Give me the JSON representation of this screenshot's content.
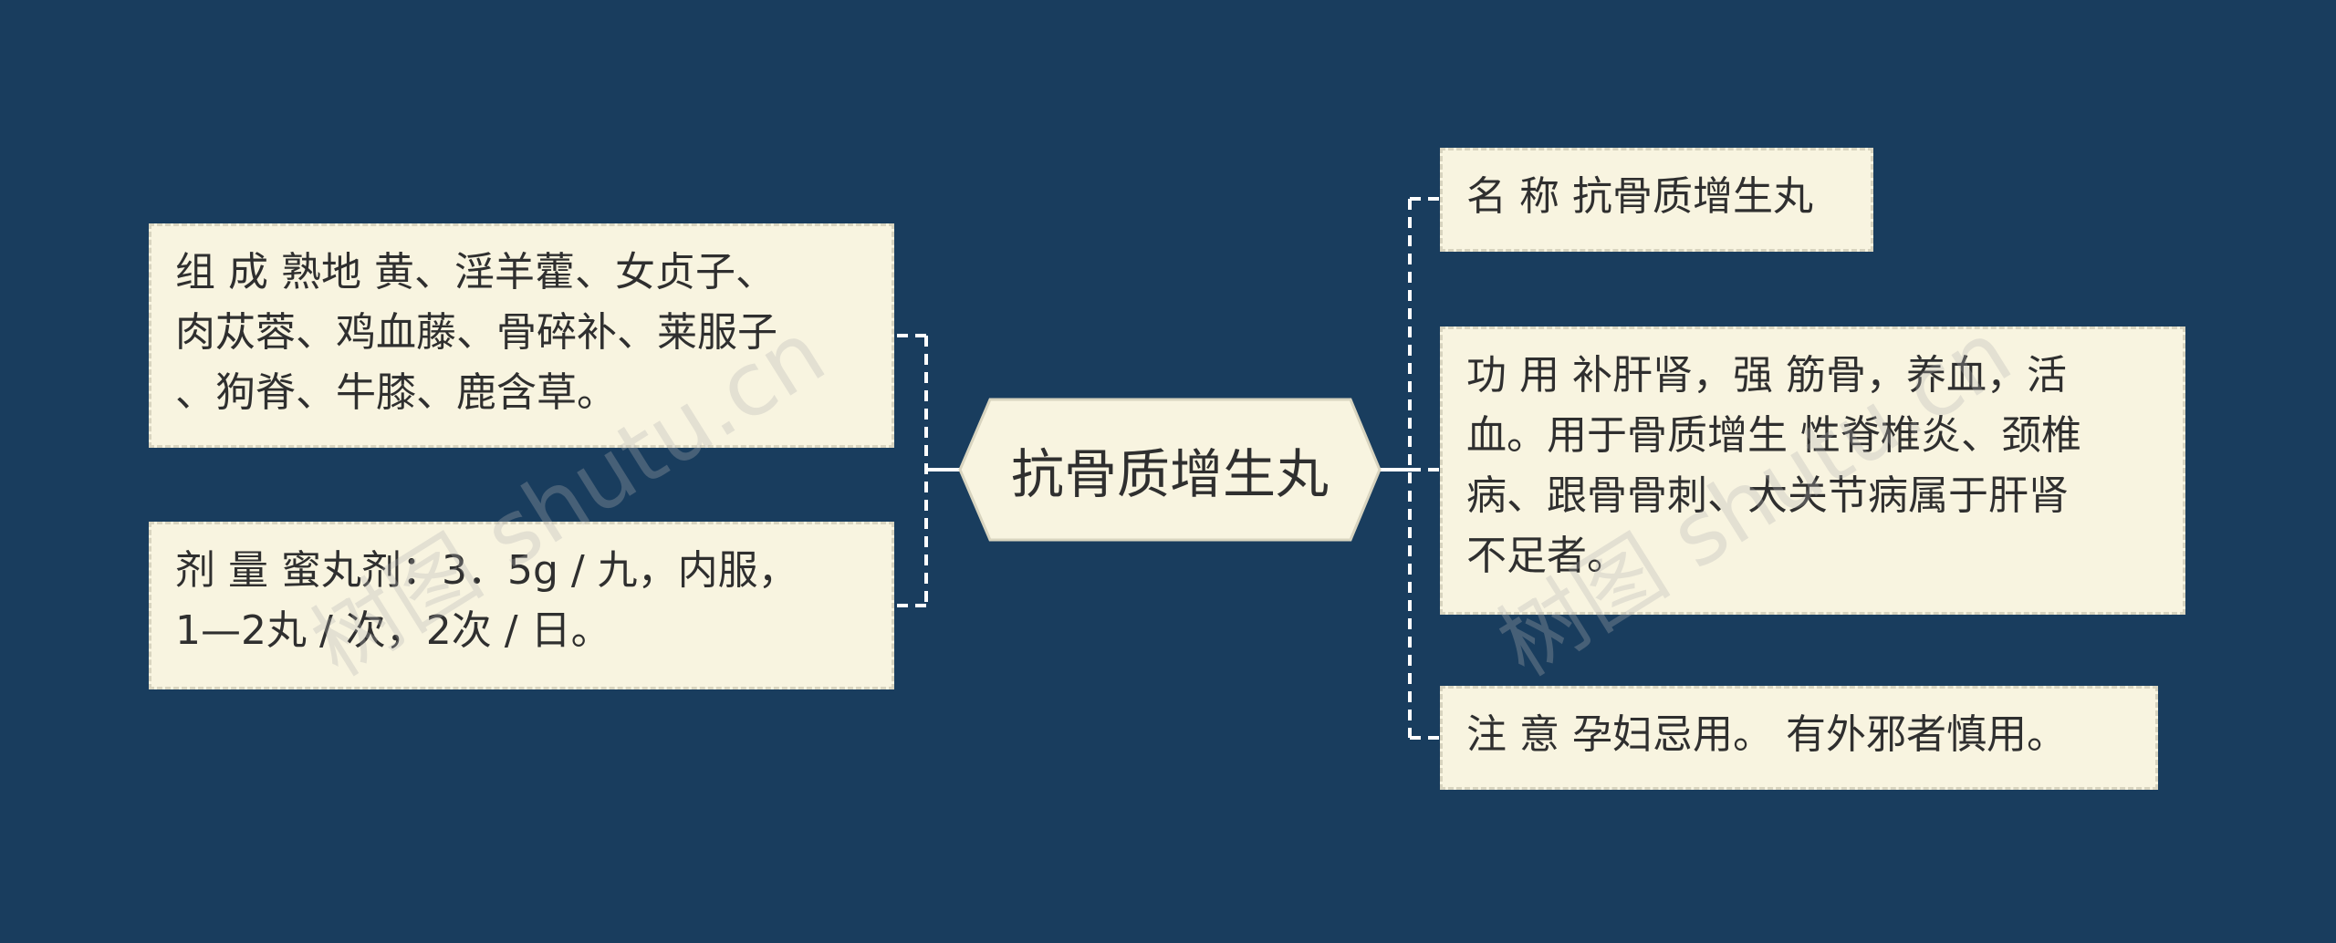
{
  "root": {
    "label": "抗骨质增生丸"
  },
  "left_nodes": [
    {
      "text": "组 成 熟地 黄、淫羊藿、女贞子、\n肉苁蓉、鸡血藤、骨碎补、莱服子\n、狗脊、牛膝、鹿含草。"
    },
    {
      "text": "剂 量 蜜丸剂：3．5g / 九，内服，\n1—2丸 / 次，2次 / 日。"
    }
  ],
  "right_nodes": [
    {
      "text": "名 称 抗骨质增生丸"
    },
    {
      "text": "功 用 补肝肾，强 筋骨，养血，活\n血。用于骨质增生 性脊椎炎、颈椎\n病、跟骨骨刺、大关节病属于肝肾\n不足者。"
    },
    {
      "text": "注 意 孕妇忌用。 有外邪者慎用。"
    }
  ],
  "watermarks": [
    "树图 shutu.cn",
    "树图 shutu.cn"
  ],
  "colors": {
    "background": "#193d5e",
    "node_fill": "#f8f4e0",
    "node_border": "#d8d4bf",
    "connector": "#ffffff",
    "text": "#2f2f2f"
  }
}
